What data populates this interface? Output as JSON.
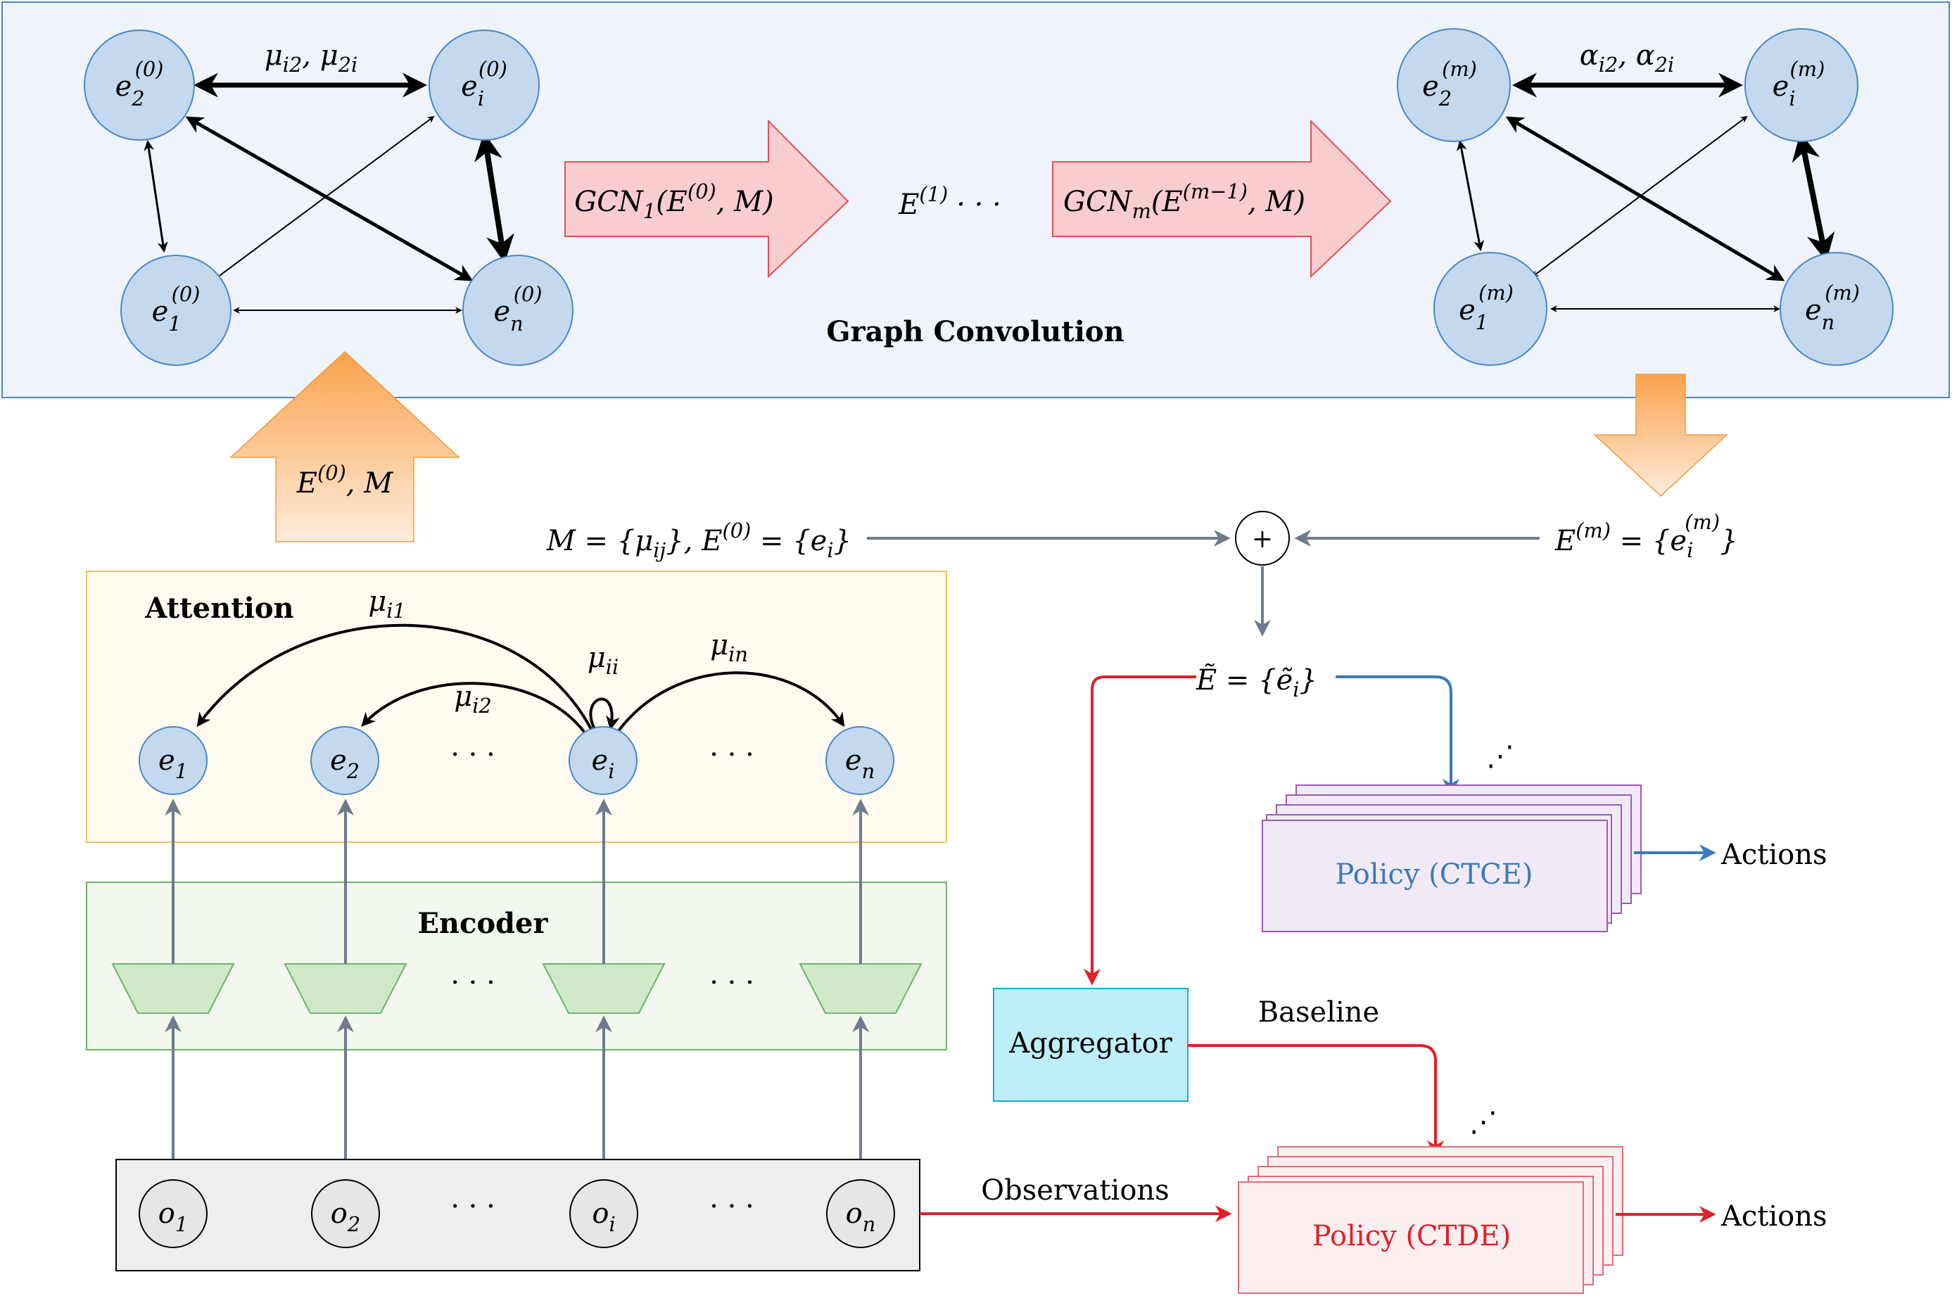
{
  "colors": {
    "node_fill": "#c4d9ee",
    "node_stroke": "#4a86c5",
    "gc_panel_fill": "#eef4fa",
    "gc_panel_stroke": "#4a86c5",
    "attention_fill": "#fffbf0",
    "attention_stroke": "#f0c35a",
    "encoder_fill": "#f2f8ee",
    "encoder_stroke": "#6db36a",
    "trap_fill": "#cfe9c8",
    "obs_fill": "#eeeeee",
    "pink_arrow_fill": "#f9ccd0",
    "pink_arrow_stroke": "#e0505a",
    "orange_top": "#fba24c",
    "orange_bottom": "#fde9d6",
    "gray_arrow": "#6e7b8b",
    "red": "#e0202a",
    "blue": "#3a7ab8",
    "ctce_fill": "#f1eaf6",
    "ctce_stroke": "#9b59b6",
    "ctde_fill": "#fdeff0",
    "ctde_stroke": "#e06c7a",
    "aggregator_fill": "#bfeefb",
    "aggregator_stroke": "#1aa7d9"
  },
  "graph_conv": {
    "title": "Graph Convolution",
    "left_nodes": {
      "e2": {
        "base": "e",
        "sub": "2",
        "sup": "(0)"
      },
      "ei": {
        "base": "e",
        "sub": "i",
        "sup": "(0)"
      },
      "e1": {
        "base": "e",
        "sub": "1",
        "sup": "(0)"
      },
      "en": {
        "base": "e",
        "sub": "n",
        "sup": "(0)"
      }
    },
    "right_nodes": {
      "e2": {
        "base": "e",
        "sub": "2",
        "sup": "(m)"
      },
      "ei": {
        "base": "e",
        "sub": "i",
        "sup": "(m)"
      },
      "e1": {
        "base": "e",
        "sub": "1",
        "sup": "(m)"
      },
      "en": {
        "base": "e",
        "sub": "n",
        "sup": "(m)"
      }
    },
    "left_edge_label": {
      "a": "μ",
      "a_sub": "i2",
      "b": "μ",
      "b_sub": "2i"
    },
    "right_edge_label": {
      "a": "α",
      "a_sub": "i2",
      "b": "α",
      "b_sub": "2i"
    },
    "gcn1": {
      "name": "GCN",
      "sub": "1",
      "arg": "E",
      "arg_sup": "(0)",
      "tail": ", M)"
    },
    "gcnm": {
      "name": "GCN",
      "sub": "m",
      "arg": "E",
      "arg_sup": "(m−1)",
      "tail": ", M)"
    },
    "middle": {
      "base": "E",
      "sup": "(1)",
      "dots": "· · ·"
    }
  },
  "up_arrow": {
    "base": "E",
    "sup": "(0)",
    "tail": ", M"
  },
  "merge": {
    "left_label": {
      "m": "M",
      "mu_sub": "ij",
      "e": "E",
      "e_sup": "(0)",
      "ei_sub": "i"
    },
    "right_label": {
      "e": "E",
      "e_sup": "(m)",
      "ei_sup": "(m)",
      "ei_sub": "i"
    },
    "plus": "+",
    "etilde": {
      "e": "Ẽ",
      "inner": "ẽ",
      "sub": "i"
    }
  },
  "attention": {
    "title": "Attention",
    "nodes": [
      {
        "base": "e",
        "sub": "1"
      },
      {
        "base": "e",
        "sub": "2"
      },
      {
        "base": "e",
        "sub": "i"
      },
      {
        "base": "e",
        "sub": "n"
      }
    ],
    "dots": "· · ·",
    "labels": {
      "mu_i1": {
        "base": "μ",
        "sub": "i1"
      },
      "mu_i2": {
        "base": "μ",
        "sub": "i2"
      },
      "mu_ii": {
        "base": "μ",
        "sub": "ii"
      },
      "mu_in": {
        "base": "μ",
        "sub": "in"
      }
    }
  },
  "encoder": {
    "title": "Encoder",
    "dots": "· · ·"
  },
  "observations": {
    "nodes": [
      {
        "base": "o",
        "sub": "1"
      },
      {
        "base": "o",
        "sub": "2"
      },
      {
        "base": "o",
        "sub": "i"
      },
      {
        "base": "o",
        "sub": "n"
      }
    ],
    "dots": "· · ·",
    "label": "Observations"
  },
  "policy_ctce": {
    "label": "Policy (CTCE)",
    "actions": "Actions",
    "dots": "⋰"
  },
  "policy_ctde": {
    "label": "Policy (CTDE)",
    "actions": "Actions",
    "dots": "⋰"
  },
  "aggregator": {
    "label": "Aggregator",
    "baseline": "Baseline"
  }
}
